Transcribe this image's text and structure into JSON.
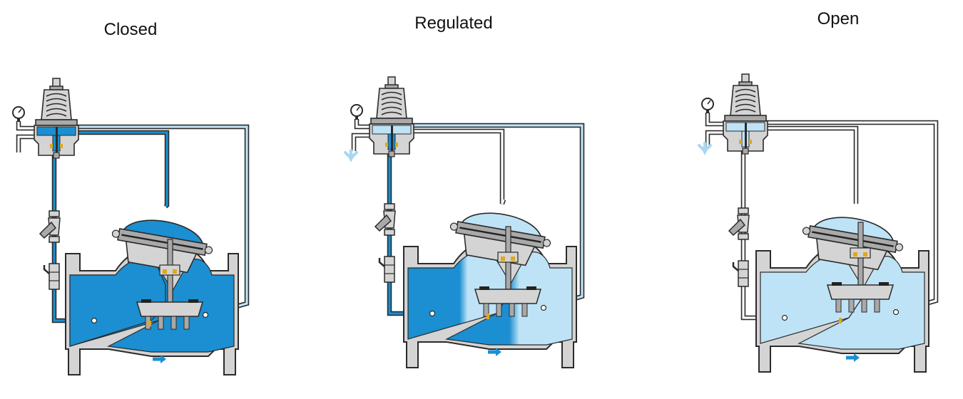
{
  "states": [
    {
      "key": "closed",
      "title": "Closed"
    },
    {
      "key": "regulated",
      "title": "Regulated"
    },
    {
      "key": "open",
      "title": "Open"
    }
  ],
  "colors": {
    "high_pressure": "#1b8fd1",
    "low_pressure": "#bfe3f6",
    "mid_pressure": "#7fc3ea",
    "outline": "#2b2b2b",
    "metal": "#d4d4d4",
    "metal_dark": "#a9a9a9",
    "seal": "#222222",
    "spring": "#b8b8b8",
    "brass": "#e3a817",
    "flow_arrow": "#1b8fd1",
    "relief_arrow": "#a8d8f2"
  },
  "icons": [
    "pressure-gauge-icon",
    "flow-arrow-icon",
    "relief-arrow-icon",
    "spring-icon",
    "strainer-icon",
    "ball-valve-icon"
  ]
}
